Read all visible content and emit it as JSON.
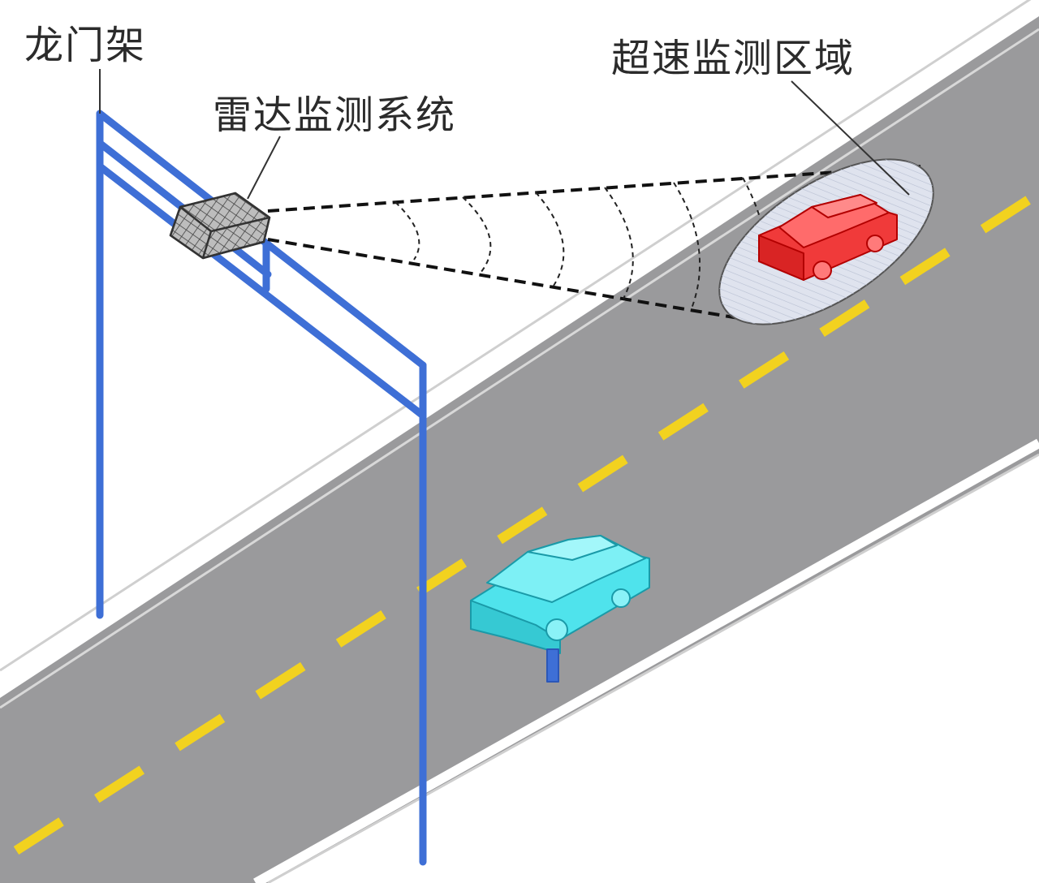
{
  "labels": {
    "gantry": "龙门架",
    "radar_system": "雷达监测系统",
    "speeding_zone": "超速监测区域"
  },
  "colors": {
    "background": "#ffffff",
    "road": "#9a9a9c",
    "road_edge_line": "#ffffff",
    "center_dash": "#f2d21f",
    "gantry": "#3e6fd6",
    "radar_box": "#555555",
    "speeding_car": "#f03a3a",
    "passing_car": "#4fe3ec",
    "zone_fill": "#dfe3ee",
    "beam_line": "#111111",
    "leader_line": "#333333"
  },
  "icons": {
    "radar_unit": "radar-box-icon",
    "speeding_car": "red-car-icon",
    "passing_car": "cyan-car-icon"
  }
}
